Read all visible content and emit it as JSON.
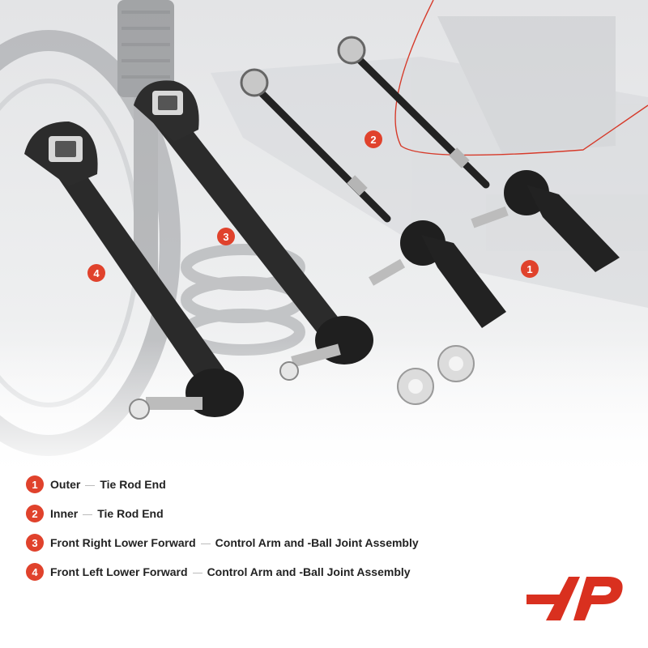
{
  "parts": [
    {
      "num": "1",
      "name": "Outer",
      "type": "Tie Rod End"
    },
    {
      "num": "2",
      "name": "Inner",
      "type": "Tie Rod End"
    },
    {
      "num": "3",
      "name": "Front Right Lower Forward",
      "type": "Control Arm and -Ball Joint Assembly"
    },
    {
      "num": "4",
      "name": "Front Left Lower Forward",
      "type": "Control Arm and -Ball Joint Assembly"
    }
  ],
  "colors": {
    "accent": "#e0422c",
    "logo": "#d9301f"
  },
  "icons": {
    "brand_logo": "a-premium-logo-icon"
  }
}
